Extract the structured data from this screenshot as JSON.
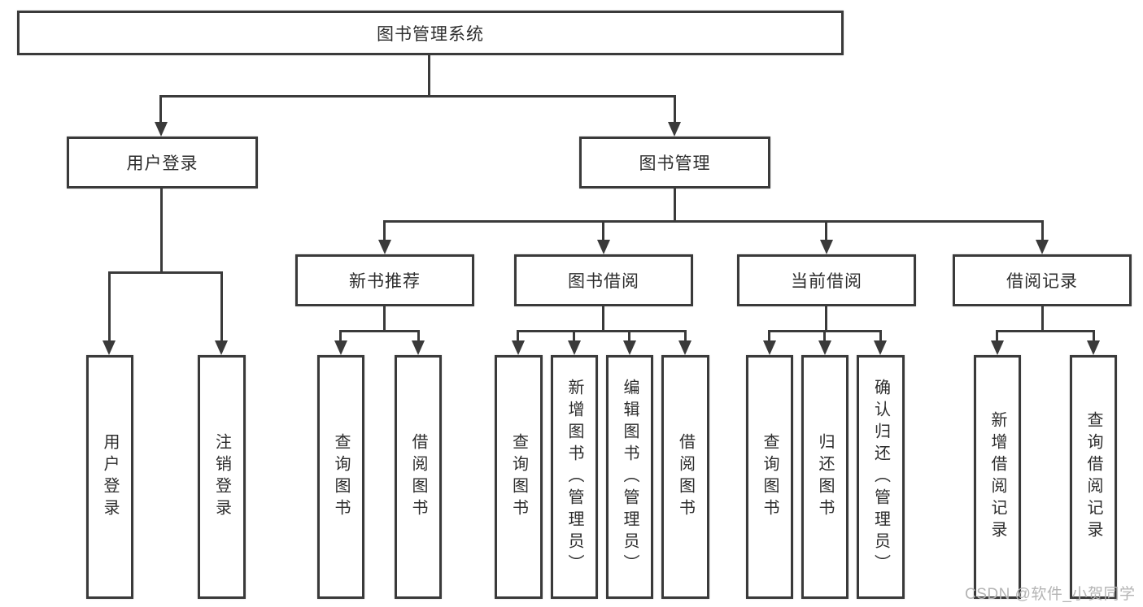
{
  "diagram": {
    "title_node": "图书管理系统",
    "nodes": {
      "root": "图书管理系统",
      "user_login": "用户登录",
      "book_mgmt": "图书管理",
      "new_book_rec": "新书推荐",
      "book_borrow": "图书借阅",
      "current_borrow": "当前借阅",
      "borrow_records": "借阅记录"
    },
    "leaves": {
      "user_login_leaf": "用户登录",
      "logout_leaf": "注销登录",
      "query_book_1": "查询图书",
      "borrow_book_1": "借阅图书",
      "query_book_2": "查询图书",
      "add_book_admin": "新增图书（管理员）",
      "edit_book_admin": "编辑图书（管理员）",
      "borrow_book_2": "借阅图书",
      "query_book_3": "查询图书",
      "return_book": "归还图书",
      "confirm_return_admin": "确认归还（管理员）",
      "add_borrow_record": "新增借阅记录",
      "query_borrow_record": "查询借阅记录"
    },
    "colors": {
      "line": "#3a3a3a",
      "text": "#2d2d2d",
      "background": "#ffffff",
      "watermark": "#b4b4b4"
    }
  },
  "watermark": {
    "text": "CSDN @软件_小贺同学"
  }
}
